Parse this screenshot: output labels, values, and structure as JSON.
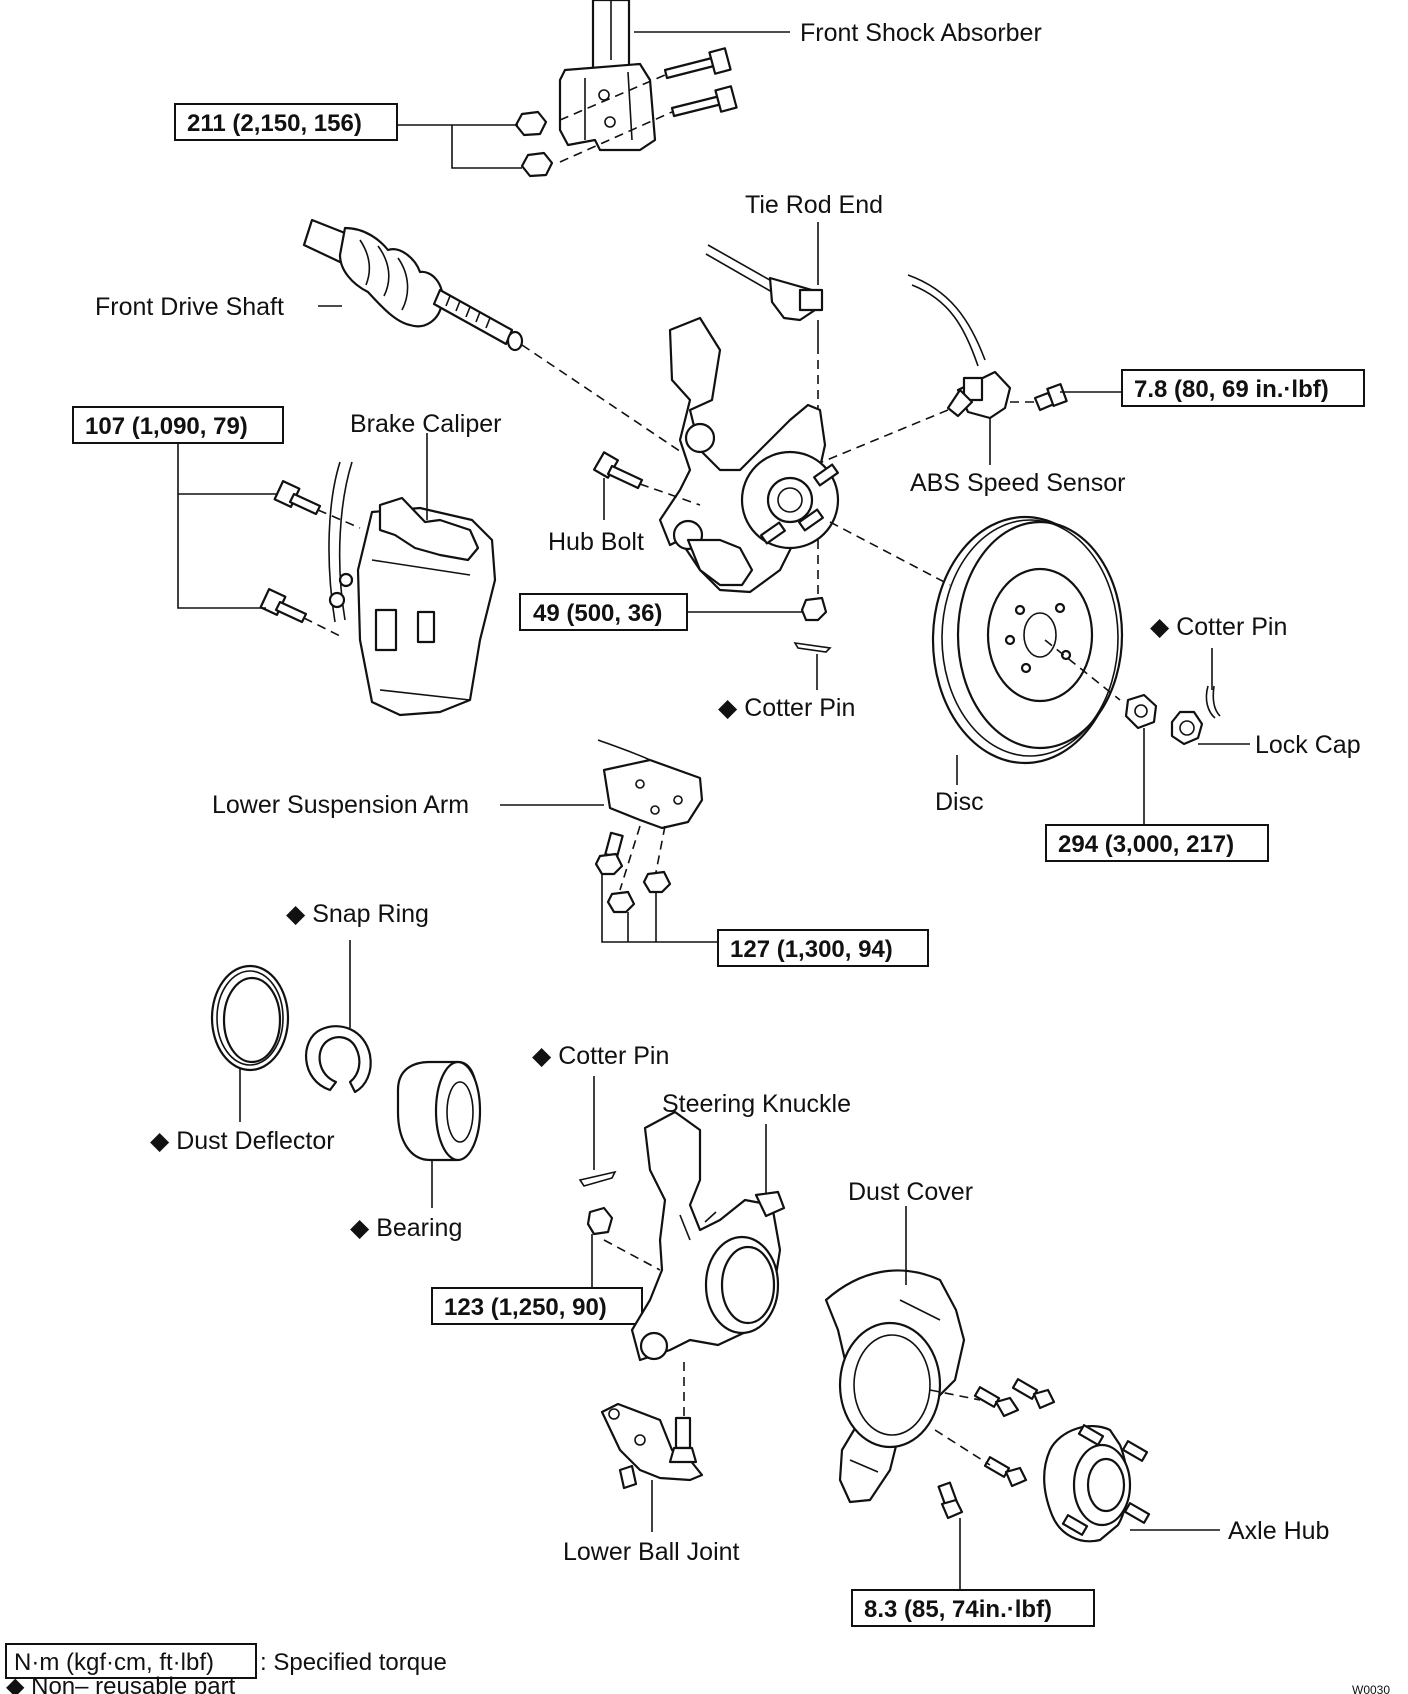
{
  "labels": {
    "front_shock_absorber": "Front Shock Absorber",
    "tie_rod_end": "Tie Rod End",
    "front_drive_shaft": "Front Drive Shaft",
    "brake_caliper": "Brake Caliper",
    "abs_speed_sensor": "ABS Speed Sensor",
    "hub_bolt": "Hub Bolt",
    "cotter_pin_top": "Cotter Pin",
    "cotter_pin_mid": "Cotter Pin",
    "cotter_pin_low": "Cotter Pin",
    "lock_cap": "Lock Cap",
    "disc": "Disc",
    "lower_suspension_arm": "Lower Suspension Arm",
    "snap_ring": "Snap Ring",
    "dust_deflector": "Dust Deflector",
    "bearing": "Bearing",
    "steering_knuckle": "Steering Knuckle",
    "dust_cover": "Dust Cover",
    "axle_hub": "Axle Hub",
    "lower_ball_joint": "Lower Ball Joint"
  },
  "non_reusable_marker": "◆",
  "torques": {
    "shock": "211 (2,150, 156)",
    "caliper": "107 (1,090, 79)",
    "abs": "7.8 (80, 69 in.·lbf)",
    "tie_rod": "49 (500, 36)",
    "axle_nut": "294 (3,000, 217)",
    "lower_arm": "127 (1,300, 94)",
    "ball_joint": "123 (1,250, 90)",
    "dust_cover": "8.3 (85, 74in.·lbf)"
  },
  "legend": {
    "unit_box": "N·m (kgf·cm, ft·lbf)",
    "unit_text": ": Specified torque",
    "non_reusable": "◆ Non– reusable part",
    "figure_code": "W0030"
  }
}
